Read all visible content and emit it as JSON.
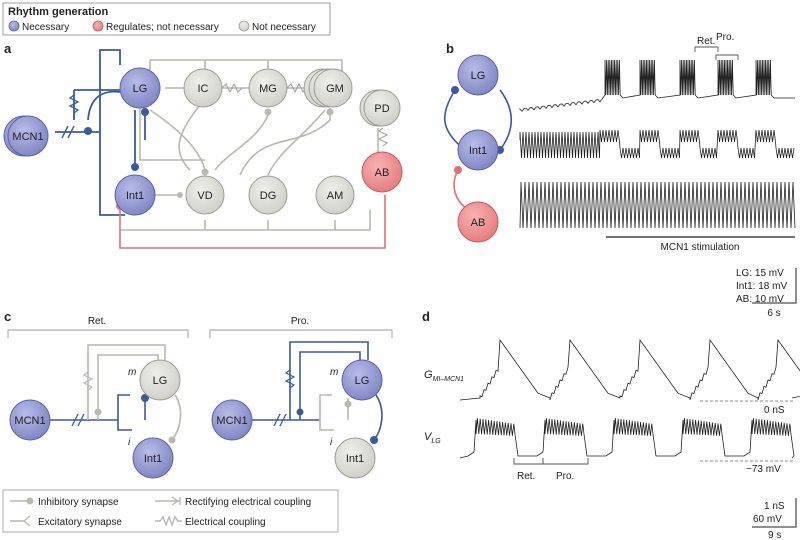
{
  "colors": {
    "necessary": "#8f96cf",
    "necessary_stroke": "#5b63a8",
    "regulates": "#ef8f8f",
    "regulates_stroke": "#c85a5a",
    "not_necessary": "#dcdcd6",
    "not_necessary_stroke": "#9c9c94",
    "blue_wire": "#3a5aa0",
    "grey_wire": "#b9b9b0",
    "red_wire": "#e0707a"
  },
  "legend_top": {
    "title": "Rhythm generation",
    "items": [
      {
        "label": "Necessary",
        "kind": "necessary"
      },
      {
        "label": "Regulates; not necessary",
        "kind": "regulates"
      },
      {
        "label": "Not necessary",
        "kind": "not_necessary"
      }
    ]
  },
  "panel_labels": {
    "a": "a",
    "b": "b",
    "c": "c",
    "d": "d"
  },
  "panel_a": {
    "nodes": [
      "MCN1",
      "LG",
      "IC",
      "MG",
      "GM",
      "PD",
      "Int1",
      "VD",
      "DG",
      "AM",
      "AB"
    ]
  },
  "panel_b": {
    "nodes": [
      "LG",
      "Int1",
      "AB"
    ],
    "bracket_ret": "Ret.",
    "bracket_pro": "Pro.",
    "stimulation_label": "MCN1 stimulation",
    "scale_lines": [
      "LG: 15 mV",
      "Int1: 18 mV",
      "AB: 10 mV"
    ],
    "time_scale": "6 s"
  },
  "panel_c": {
    "left_title": "Ret.",
    "right_title": "Pro.",
    "nodes": [
      "MCN1",
      "LG",
      "Int1"
    ],
    "syn_m": "m",
    "syn_i": "i"
  },
  "panel_d": {
    "g_label": "G",
    "g_sub": "MI–MCN1",
    "g_zero": "0 nS",
    "v_label": "V",
    "v_sub": "LG",
    "v_rest": "−73 mV",
    "ret_label": "Ret.",
    "pro_label": "Pro.",
    "scale_ns": "1 nS",
    "scale_mv": "60 mV",
    "time_scale": "9 s"
  },
  "legend_bottom": {
    "items": [
      {
        "label": "Inhibitory synapse"
      },
      {
        "label": "Rectifying electrical coupling"
      },
      {
        "label": "Excitatory synapse"
      },
      {
        "label": "Electrical coupling"
      }
    ]
  }
}
